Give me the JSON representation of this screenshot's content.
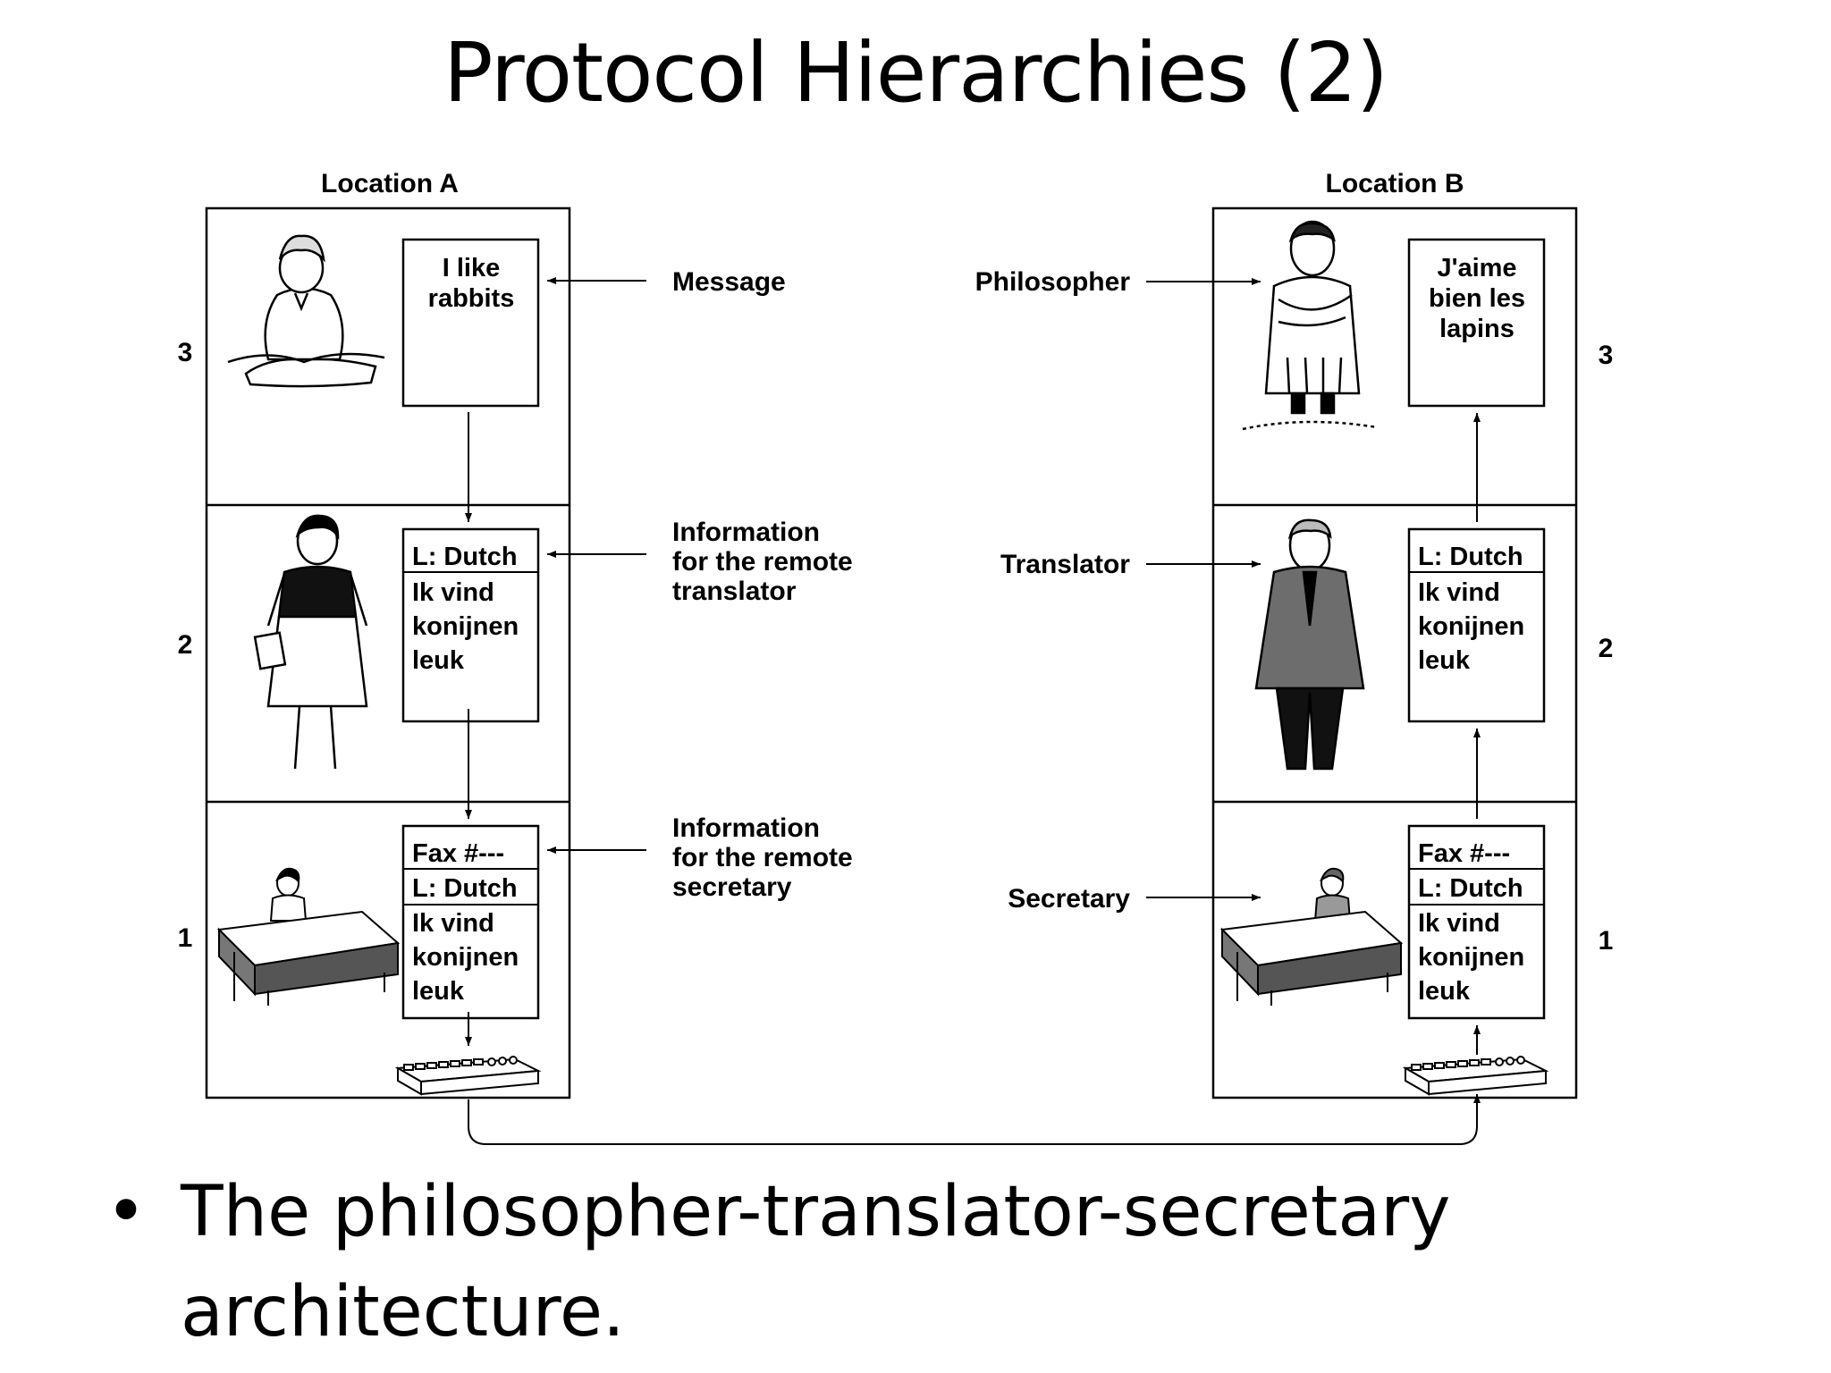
{
  "slide": {
    "title": "Protocol Hierarchies (2)",
    "bullet": "The philosopher-translator-secretary architecture."
  },
  "diagram": {
    "locations": {
      "a": "Location A",
      "b": "Location B"
    },
    "layers": {
      "l3": "3",
      "l2": "2",
      "l1": "1"
    },
    "middle_labels": {
      "message": "Message",
      "info_translator": [
        "Information",
        "for the remote",
        "translator"
      ],
      "info_secretary": [
        "Information",
        "for the remote",
        "secretary"
      ]
    },
    "role_labels": {
      "philosopher": "Philosopher",
      "translator": "Translator",
      "secretary": "Secretary"
    },
    "docs": {
      "a3": [
        "I like",
        "rabbits"
      ],
      "b3": [
        "J'aime",
        "bien les",
        "lapins"
      ],
      "layer2": {
        "header": "L: Dutch",
        "body": [
          "Ik vind",
          "konijnen",
          "leuk"
        ]
      },
      "layer1": {
        "fax": "Fax #---",
        "header": "L: Dutch",
        "body": [
          "Ik vind",
          "konijnen",
          "leuk"
        ]
      }
    }
  }
}
